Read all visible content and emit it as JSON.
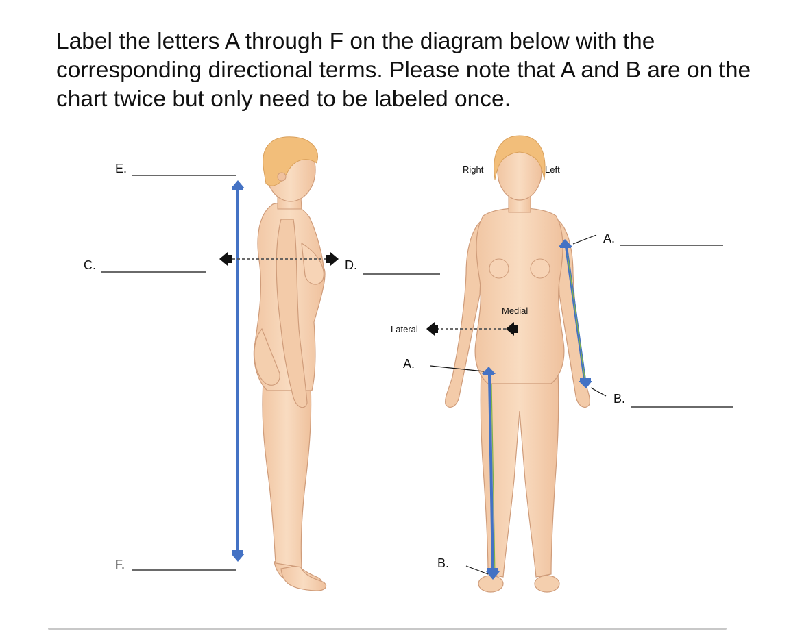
{
  "instructions": "Label the letters A through F on the diagram below with the corresponding directional terms.  Please note that A and B are on the chart twice but only need to be labeled once.",
  "side_view": {
    "label_e": "E.",
    "label_f": "F.",
    "label_c": "C.",
    "label_d": "D."
  },
  "front_view": {
    "right": "Right",
    "left": "Left",
    "medial": "Medial",
    "lateral": "Lateral",
    "arm_top": "A.",
    "arm_bottom": "B.",
    "leg_top": "A.",
    "leg_bottom": "B."
  },
  "colors": {
    "arrow_blue": "#4472c4",
    "skin": "#f6d3b4",
    "hair": "#f2be7a",
    "outline": "#cf9c7a"
  }
}
